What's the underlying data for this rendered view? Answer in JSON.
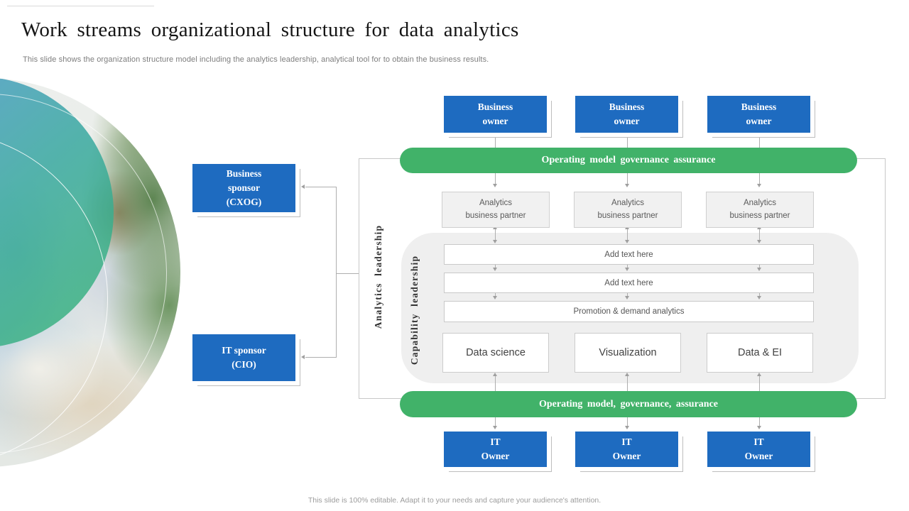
{
  "slide": {
    "title": "Work streams organizational structure for data analytics",
    "subtitle": "This slide shows the organization structure model including the analytics leadership, analytical tool for to obtain the business results.",
    "footer": "This slide is 100% editable. Adapt it to your needs and capture your audience's attention."
  },
  "colors": {
    "box_blue": "#1e6bc0",
    "pill_green": "#41b269",
    "arrow_gray": "#aeaeae",
    "panel_gray": "#efefef"
  },
  "diagram": {
    "business_owners": [
      {
        "line1": "Business",
        "line2": "owner"
      },
      {
        "line1": "Business",
        "line2": "owner"
      },
      {
        "line1": "Business",
        "line2": "owner"
      }
    ],
    "sponsors": {
      "business": {
        "line1": "Business",
        "line2": "sponsor",
        "line3": "(CXOG)"
      },
      "it": {
        "line1": "IT sponsor",
        "line2": "(CIO)"
      }
    },
    "pill_top": "Operating model governance assurance",
    "pill_bottom": "Operating model, governance, assurance",
    "partners": [
      {
        "line1": "Analytics",
        "line2": "business partner"
      },
      {
        "line1": "Analytics",
        "line2": "business partner"
      },
      {
        "line1": "Analytics",
        "line2": "business partner"
      }
    ],
    "placeholder_rows": [
      "Add text here",
      "Add text here"
    ],
    "promotion_row": "Promotion & demand analytics",
    "capability_boxes": [
      "Data science",
      "Visualization",
      "Data & EI"
    ],
    "vertical_labels": {
      "outer": "Analytics leadership",
      "inner": "Capability leadership"
    },
    "it_owners": [
      {
        "line1": "IT",
        "line2": "Owner"
      },
      {
        "line1": "IT",
        "line2": "Owner"
      },
      {
        "line1": "IT",
        "line2": "Owner"
      }
    ]
  }
}
